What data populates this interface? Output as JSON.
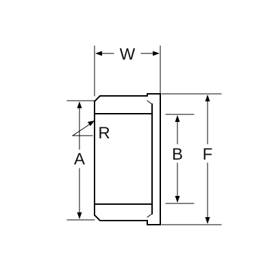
{
  "labels": {
    "width": "W",
    "radius": "R",
    "a": "A",
    "b": "B",
    "f": "F"
  },
  "colors": {
    "line": "#000000",
    "background": "#ffffff"
  }
}
